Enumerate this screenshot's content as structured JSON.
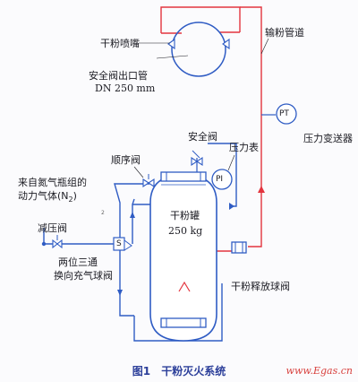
{
  "labels": {
    "nozzle": "干粉喷嘴",
    "pipe_label": "输粉管道",
    "safety_outlet_line1": "安全阀出口管",
    "safety_outlet_line2": "DN 250 mm",
    "pt_tag": "PT",
    "pressure_transmitter": "压力变送器",
    "safety_valve": "安全阀",
    "pressure_gauge": "压力表",
    "pi_tag": "PI",
    "sequence_valve": "顺序阀",
    "gas_source_line1": "来自氮气瓶组的",
    "gas_source_line2": "动力气体(N",
    "gas_source_sub": "2",
    "gas_source_close": ")",
    "reducer_valve": "减压阀",
    "tank_name": "干粉罐",
    "tank_weight": "250 kg",
    "three_way_line1": "两位三通",
    "three_way_line2": "换向充气球阀",
    "s_tag": "S",
    "release_valve": "干粉释放球阀",
    "small_mark": "2"
  },
  "caption": {
    "figure_no": "图1",
    "title": "干粉灭火系统"
  },
  "watermark": "www.Egas.cn",
  "colors": {
    "blue": "#2f5cc4",
    "red": "#e3343e",
    "text": "#1b1b22",
    "caption": "#2c3f9a"
  }
}
